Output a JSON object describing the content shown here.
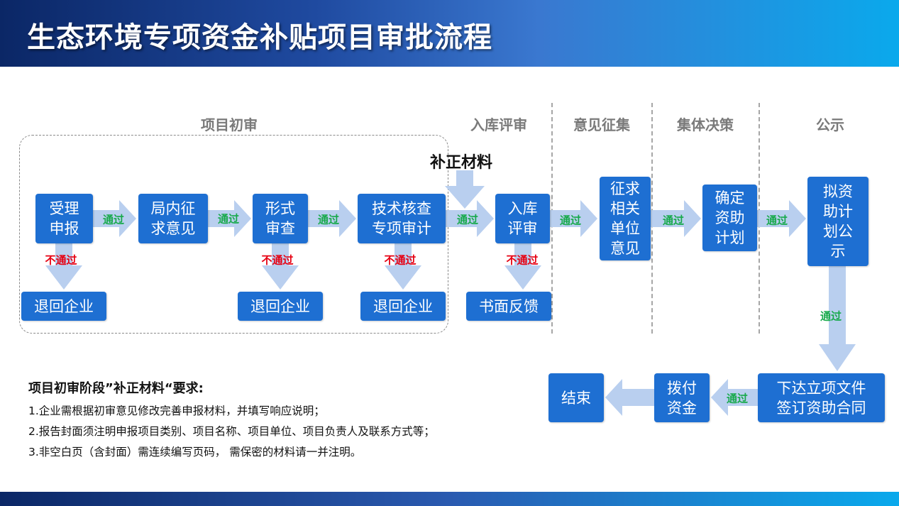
{
  "title": "生态环境专项资金补贴项目审批流程",
  "sections": [
    "项目初审",
    "入库评审",
    "意见征集",
    "集体决策",
    "公示"
  ],
  "boxes": {
    "b1": "受理\n申报",
    "b2": "局内征\n求意见",
    "b3": "形式\n审查",
    "b4": "技术核查\n专项审计",
    "b5": "入库\n评审",
    "b6": "征求\n相关\n单位\n意见",
    "b7": "确定\n资助\n计划",
    "b8": "拟资\n助计\n划公\n示",
    "r1": "退回企业",
    "r2": "退回企业",
    "r3": "退回企业",
    "r4": "书面反馈",
    "b9": "下达立项文件\n签订资助合同",
    "b10": "拨付\n资金",
    "b11": "结束"
  },
  "labels": {
    "pass": "通过",
    "fail": "不通过",
    "supplement": "补正材料"
  },
  "notes": {
    "heading": "项目初审阶段”补正材料“要求:",
    "lines": [
      "1.企业需根据初审意见修改完善申报材料，并填写响应说明；",
      "2.报告封面须注明申报项目类别、项目名称、项目单位、项目负责人及联系方式等；",
      "3.非空白页（含封面）需连续编写页码， 需保密的材料请一并注明。"
    ]
  },
  "colors": {
    "box": "#1e6fd2",
    "arrow": "#b9cfef",
    "pass": "#16a94a",
    "fail": "#e60012"
  }
}
